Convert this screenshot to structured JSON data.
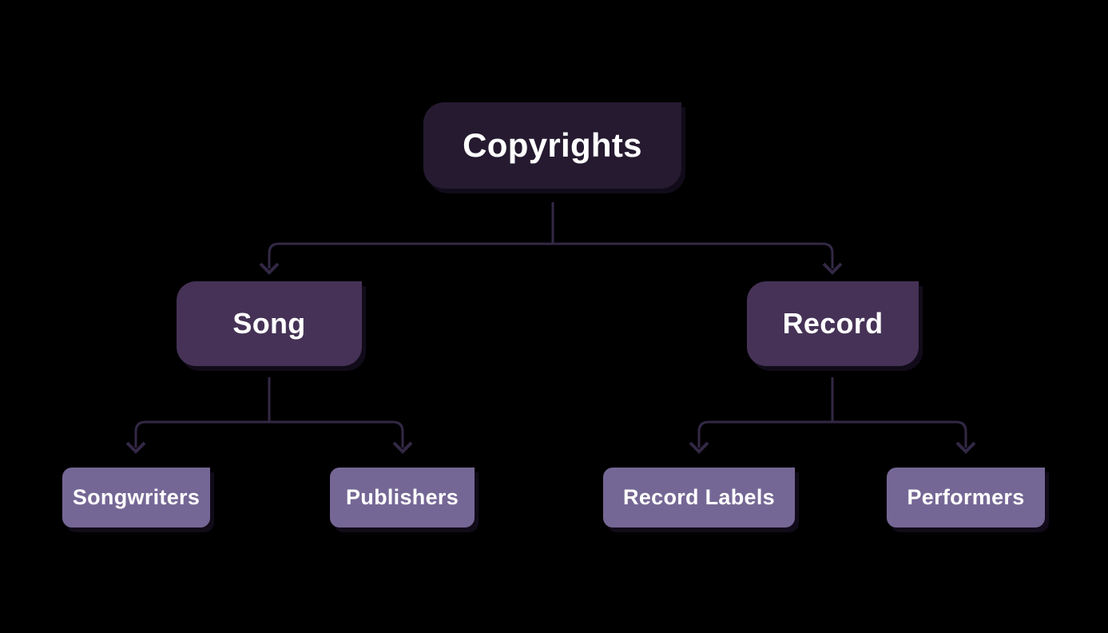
{
  "diagram": {
    "title": "Copyrights",
    "type": "tree-flowchart",
    "nodes": {
      "copyrights": {
        "label": "Copyrights",
        "level": "root"
      },
      "song": {
        "label": "Song",
        "level": "branch"
      },
      "record": {
        "label": "Record",
        "level": "branch"
      },
      "songwriters": {
        "label": "Songwriters",
        "level": "leaf"
      },
      "publishers": {
        "label": "Publishers",
        "level": "leaf"
      },
      "record_labels": {
        "label": "Record Labels",
        "level": "leaf"
      },
      "performers": {
        "label": "Performers",
        "level": "leaf"
      }
    },
    "edges": [
      {
        "from": "copyrights",
        "to": "song"
      },
      {
        "from": "copyrights",
        "to": "record"
      },
      {
        "from": "song",
        "to": "songwriters"
      },
      {
        "from": "song",
        "to": "publishers"
      },
      {
        "from": "record",
        "to": "record_labels"
      },
      {
        "from": "record",
        "to": "performers"
      }
    ],
    "colors": {
      "background": "#000000",
      "root_fill": "#251a30",
      "branch_fill": "#463256",
      "leaf_fill": "#756795",
      "connector": "#332845",
      "text": "#ffffff"
    }
  }
}
